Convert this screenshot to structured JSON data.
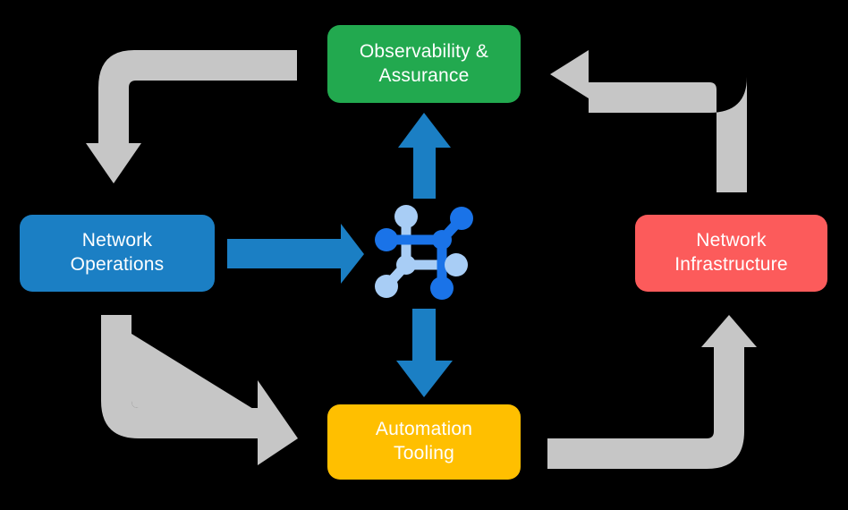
{
  "diagram": {
    "title": "Network operations lifecycle loop",
    "background_color": "#000000",
    "nodes": [
      {
        "id": "observability",
        "label": "Observability &\nAssurance",
        "color": "#22a94f",
        "text_color": "#ffffff",
        "position": "top"
      },
      {
        "id": "operations",
        "label": "Network\nOperations",
        "color": "#1b7fc4",
        "text_color": "#ffffff",
        "position": "left"
      },
      {
        "id": "infrastructure",
        "label": "Network\nInfrastructure",
        "color": "#fc5b5b",
        "text_color": "#ffffff",
        "position": "right"
      },
      {
        "id": "automation",
        "label": "Automation\nTooling",
        "color": "#ffbf00",
        "text_color": "#ffffff",
        "position": "bottom"
      }
    ],
    "center_icon": {
      "name": "network-topology-icon",
      "primary_color": "#1a73e8",
      "secondary_color": "#a8cdf5"
    },
    "connectors": [
      {
        "id": "operations-to-center",
        "name": "blue-arrow-right",
        "color": "#1b7fc4",
        "direction": "right",
        "from": "operations",
        "to": "center"
      },
      {
        "id": "center-to-observability",
        "name": "blue-arrow-up",
        "color": "#1b7fc4",
        "direction": "up",
        "from": "center",
        "to": "observability"
      },
      {
        "id": "center-to-automation",
        "name": "blue-arrow-down",
        "color": "#1b7fc4",
        "direction": "down",
        "from": "center",
        "to": "automation"
      },
      {
        "id": "observability-to-operations",
        "name": "gray-elbow-arrow-top-left",
        "color": "#c6c6c6",
        "direction": "down",
        "from": "observability",
        "to": "operations"
      },
      {
        "id": "infrastructure-to-observability",
        "name": "gray-elbow-arrow-top-right",
        "color": "#c6c6c6",
        "direction": "left",
        "from": "infrastructure",
        "to": "observability"
      },
      {
        "id": "operations-to-automation",
        "name": "gray-elbow-arrow-bottom-left",
        "color": "#c6c6c6",
        "direction": "right",
        "from": "operations",
        "to": "automation"
      },
      {
        "id": "automation-to-infrastructure",
        "name": "gray-elbow-arrow-bottom-right",
        "color": "#c6c6c6",
        "direction": "up",
        "from": "automation",
        "to": "infrastructure"
      }
    ]
  }
}
